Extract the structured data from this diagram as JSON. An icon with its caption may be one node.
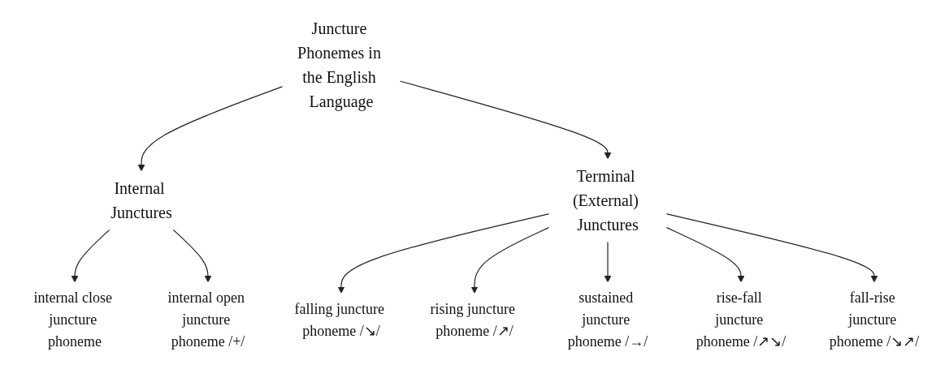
{
  "diagram": {
    "nodes": [
      {
        "text": [
          "Juncture Phonemes in the English Language"
        ]
      },
      {
        "text": [
          "Internal Junctures"
        ]
      },
      {
        "text": [
          "Terminal (External) Junctures"
        ]
      },
      {
        "text": [
          "internal close juncture phoneme"
        ]
      },
      {
        "text": [
          "internal open juncture phoneme /+/"
        ]
      },
      {
        "text": [
          "falling juncture phoneme /↘/"
        ]
      },
      {
        "text": [
          "rising juncture phoneme /↗/"
        ]
      },
      {
        "text": [
          "sustained juncture phoneme /→/"
        ]
      },
      {
        "text": [
          "rise-fall juncture phoneme /↗↘/"
        ]
      },
      {
        "text": [
          "fall-rise juncture phoneme /↘↗/"
        ]
      }
    ],
    "edges": [
      {
        "from": 0,
        "to": 1,
        "arrow": "to"
      },
      {
        "from": 0,
        "to": 2,
        "arrow": "to"
      },
      {
        "from": 1,
        "to": 3,
        "arrow": "to"
      },
      {
        "from": 1,
        "to": 4,
        "arrow": "to"
      },
      {
        "from": 2,
        "to": 5,
        "arrow": "to"
      },
      {
        "from": 2,
        "to": 6,
        "arrow": "to"
      },
      {
        "from": 2,
        "to": 7,
        "arrow": "to"
      },
      {
        "from": 2,
        "to": 8,
        "arrow": "to"
      },
      {
        "from": 2,
        "to": 9,
        "arrow": "to"
      }
    ]
  }
}
